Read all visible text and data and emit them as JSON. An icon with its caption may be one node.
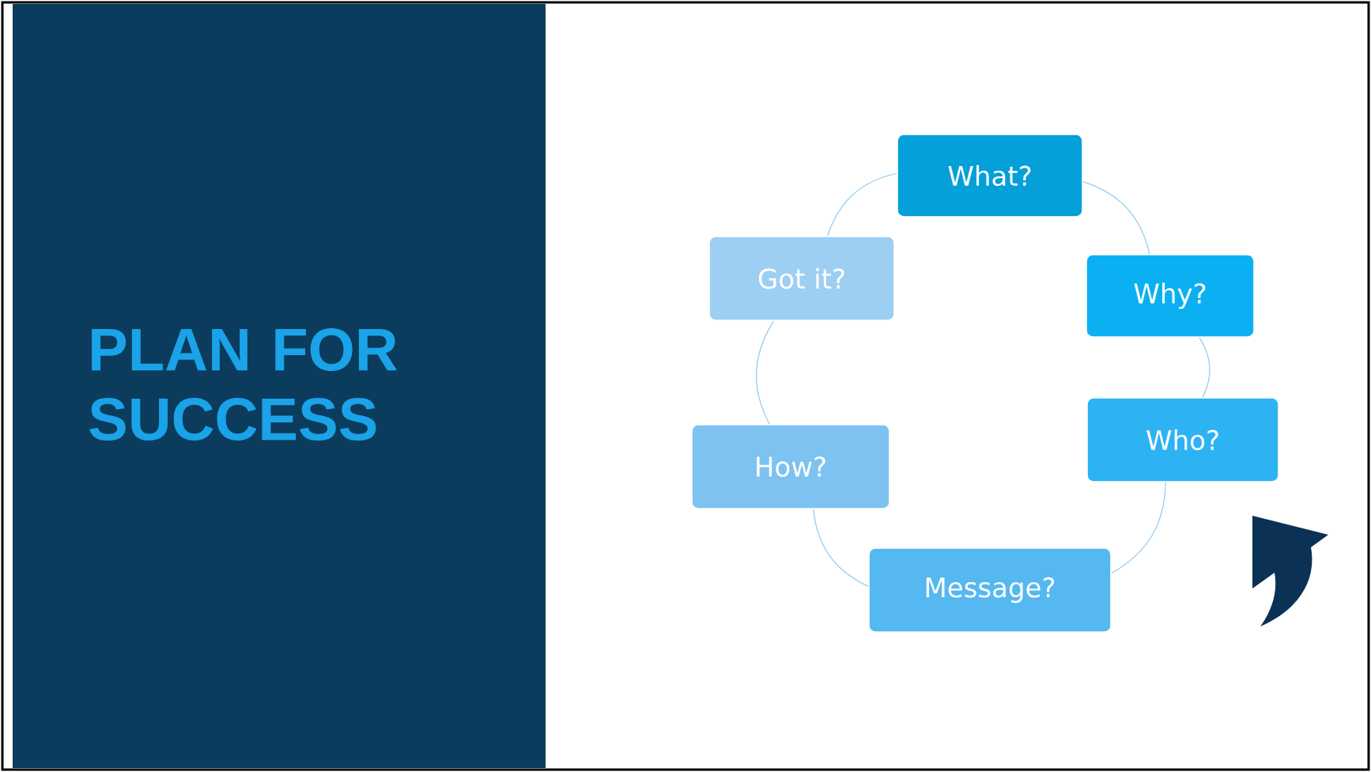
{
  "diagram": {
    "title": "PLAN FOR SUCCESS",
    "nodes": [
      {
        "text": [
          "What?"
        ]
      },
      {
        "text": [
          "Why?"
        ]
      },
      {
        "text": [
          "Who?"
        ]
      },
      {
        "text": [
          "Message?"
        ]
      },
      {
        "text": [
          "How?"
        ]
      },
      {
        "text": [
          "Got it?"
        ]
      }
    ],
    "edges": [
      {
        "from": 0,
        "to": 1,
        "arrow": "none"
      },
      {
        "from": 1,
        "to": 2,
        "arrow": "none"
      },
      {
        "from": 2,
        "to": 3,
        "arrow": "none"
      },
      {
        "from": 3,
        "to": 4,
        "arrow": "none"
      },
      {
        "from": 4,
        "to": 5,
        "arrow": "none"
      },
      {
        "from": 5,
        "to": 0,
        "arrow": "none"
      }
    ]
  }
}
